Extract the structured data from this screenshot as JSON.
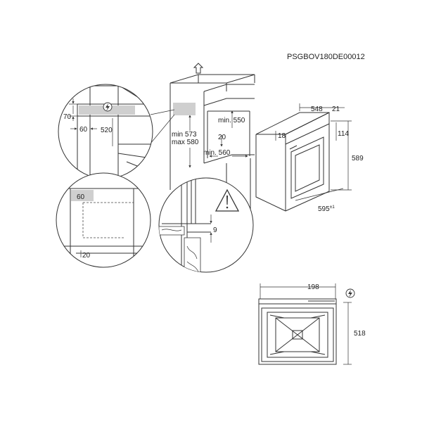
{
  "code": "PSGBOV180DE00012",
  "dims": {
    "d70": "70",
    "d60": "60",
    "d520": "520",
    "min550": "min. 550",
    "min573": "min 573",
    "max580": "max 580",
    "d20": "20",
    "min560": "min. 560",
    "d548": "548",
    "d21": "21",
    "d18": "18",
    "d114": "114",
    "d589": "589",
    "d595": "595",
    "d595_tol": "±1",
    "d60b": "60",
    "d20b": "20",
    "d9": "9",
    "d198": "198",
    "d518": "518"
  },
  "icons": {
    "arrow": "up-arrow-icon",
    "power": "power-connection-icon",
    "warning": "warning-triangle-icon"
  }
}
